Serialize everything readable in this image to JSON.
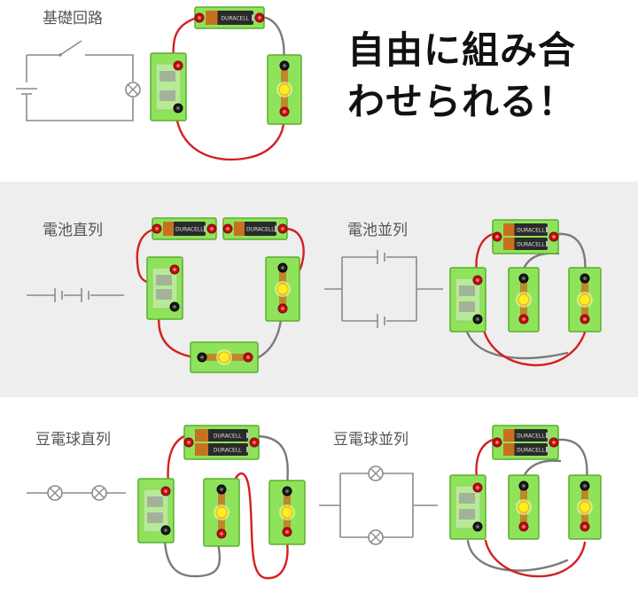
{
  "sections": {
    "basic": {
      "label": "基礎回路"
    },
    "battery_series": {
      "label": "電池直列"
    },
    "battery_parallel": {
      "label": "電池並列"
    },
    "bulb_series": {
      "label": "豆電球直列"
    },
    "bulb_parallel": {
      "label": "豆電球並列"
    }
  },
  "headline": {
    "line1": "自由に組み合",
    "line2": "わせられる！"
  },
  "battery_brand": "DURACELL",
  "colors": {
    "board": "#8fe35a",
    "board_edge": "#5cae2e",
    "wire_red": "#d42020",
    "wire_gray": "#7a7a7a",
    "schematic": "#8a8a8a",
    "band_bg": "#eeeeee",
    "bulb": "#ffee22",
    "battery_body": "#2a2a2a",
    "battery_copper": "#c8701e"
  },
  "icons": [
    "switch-symbol",
    "battery-symbol",
    "lamp-symbol",
    "red-terminal-icon",
    "black-terminal-icon",
    "bulb-icon",
    "switch-lever-icon"
  ]
}
